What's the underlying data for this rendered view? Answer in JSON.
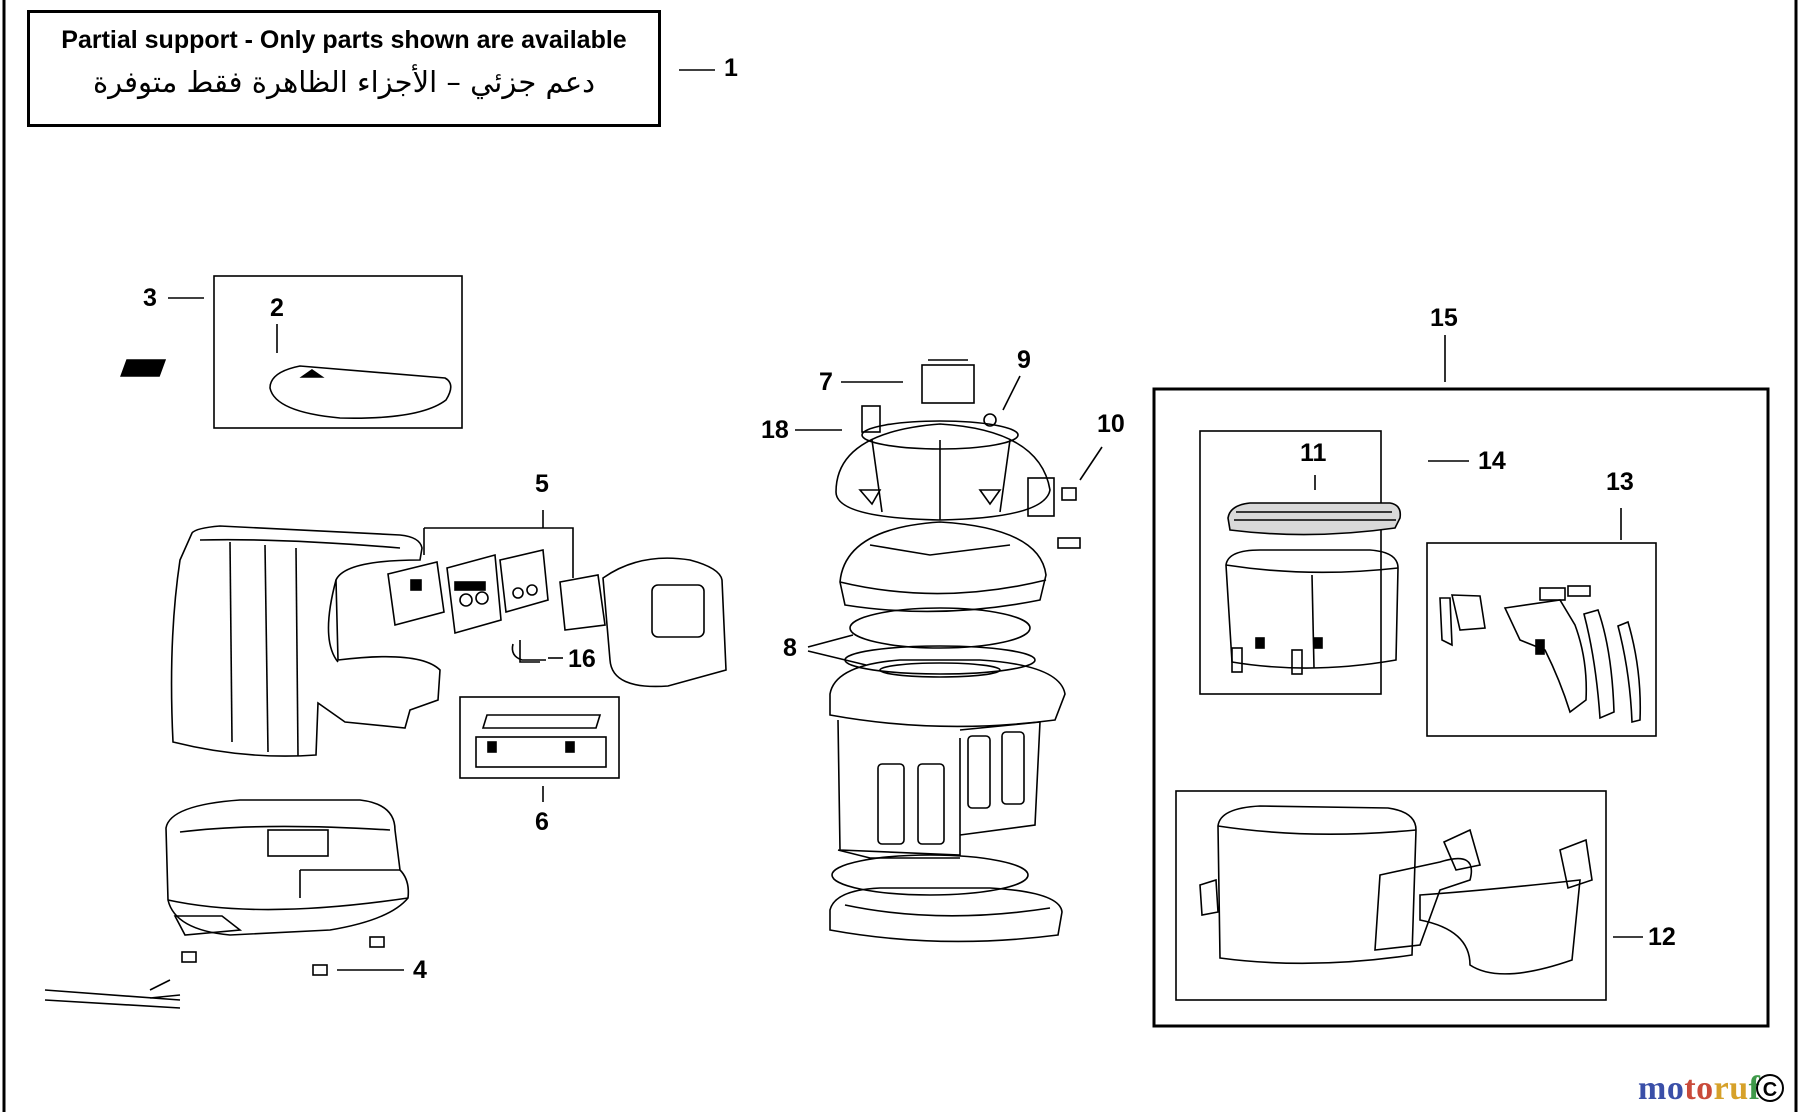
{
  "notice": {
    "english": "Partial support - Only parts shown are available",
    "arabic": "دعم جزئي – الأجزاء الظاهرة فقط متوفرة"
  },
  "callouts": [
    "1",
    "2",
    "3",
    "4",
    "5",
    "6",
    "7",
    "8",
    "9",
    "10",
    "11",
    "12",
    "13",
    "14",
    "15",
    "16",
    "18"
  ],
  "watermark": {
    "part1": "mo",
    "part2": "to",
    "part3": "ru",
    "part4": "f",
    "suffix": "C"
  }
}
